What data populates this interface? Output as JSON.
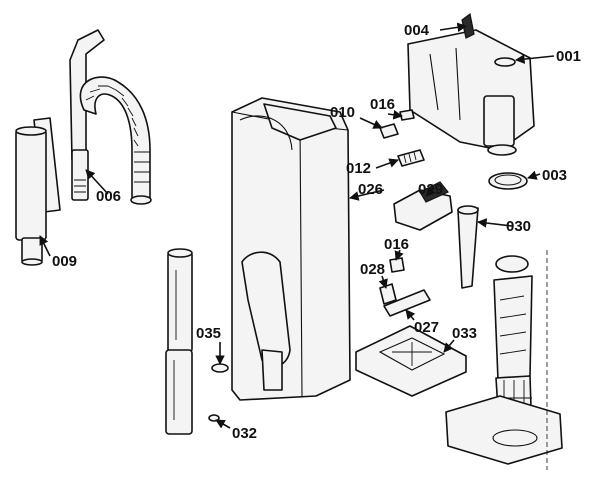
{
  "labels": {
    "p004": "004",
    "p001": "001",
    "p010": "010",
    "p016a": "016",
    "p012": "012",
    "p003": "003",
    "p006": "006",
    "p026": "026",
    "p029": "029",
    "p009": "009",
    "p030": "030",
    "p016b": "016",
    "p028": "028",
    "p027": "027",
    "p033": "033",
    "p035": "035",
    "p032": "032"
  }
}
